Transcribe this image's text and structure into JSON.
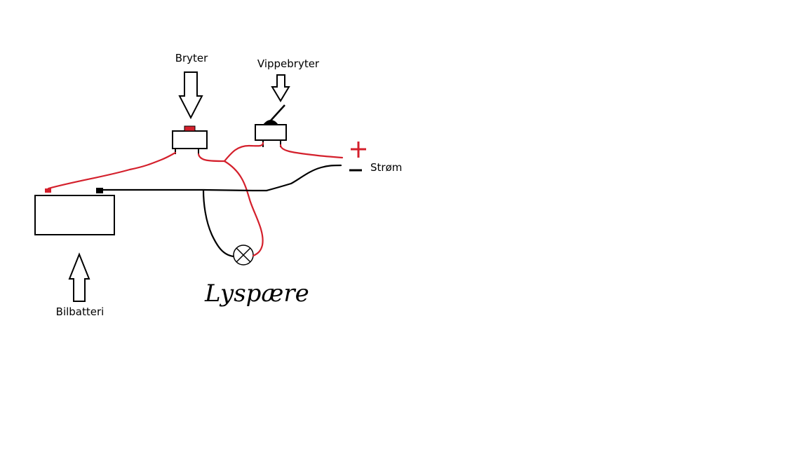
{
  "labels": {
    "bryter": "Bryter",
    "vippebryter": "Vippebryter",
    "strom": "Strøm",
    "plus": "+",
    "minus": "−",
    "lyspare": "Lyspære",
    "bilbatteri": "Bilbatteri"
  },
  "colors": {
    "positive_wire": "#d4202c",
    "negative_wire": "#000000",
    "outline": "#000000",
    "background": "#ffffff"
  },
  "components": {
    "battery": "battery",
    "push_button": "push-button-switch",
    "toggle_switch": "toggle-switch",
    "bulb": "light-bulb-symbol"
  }
}
